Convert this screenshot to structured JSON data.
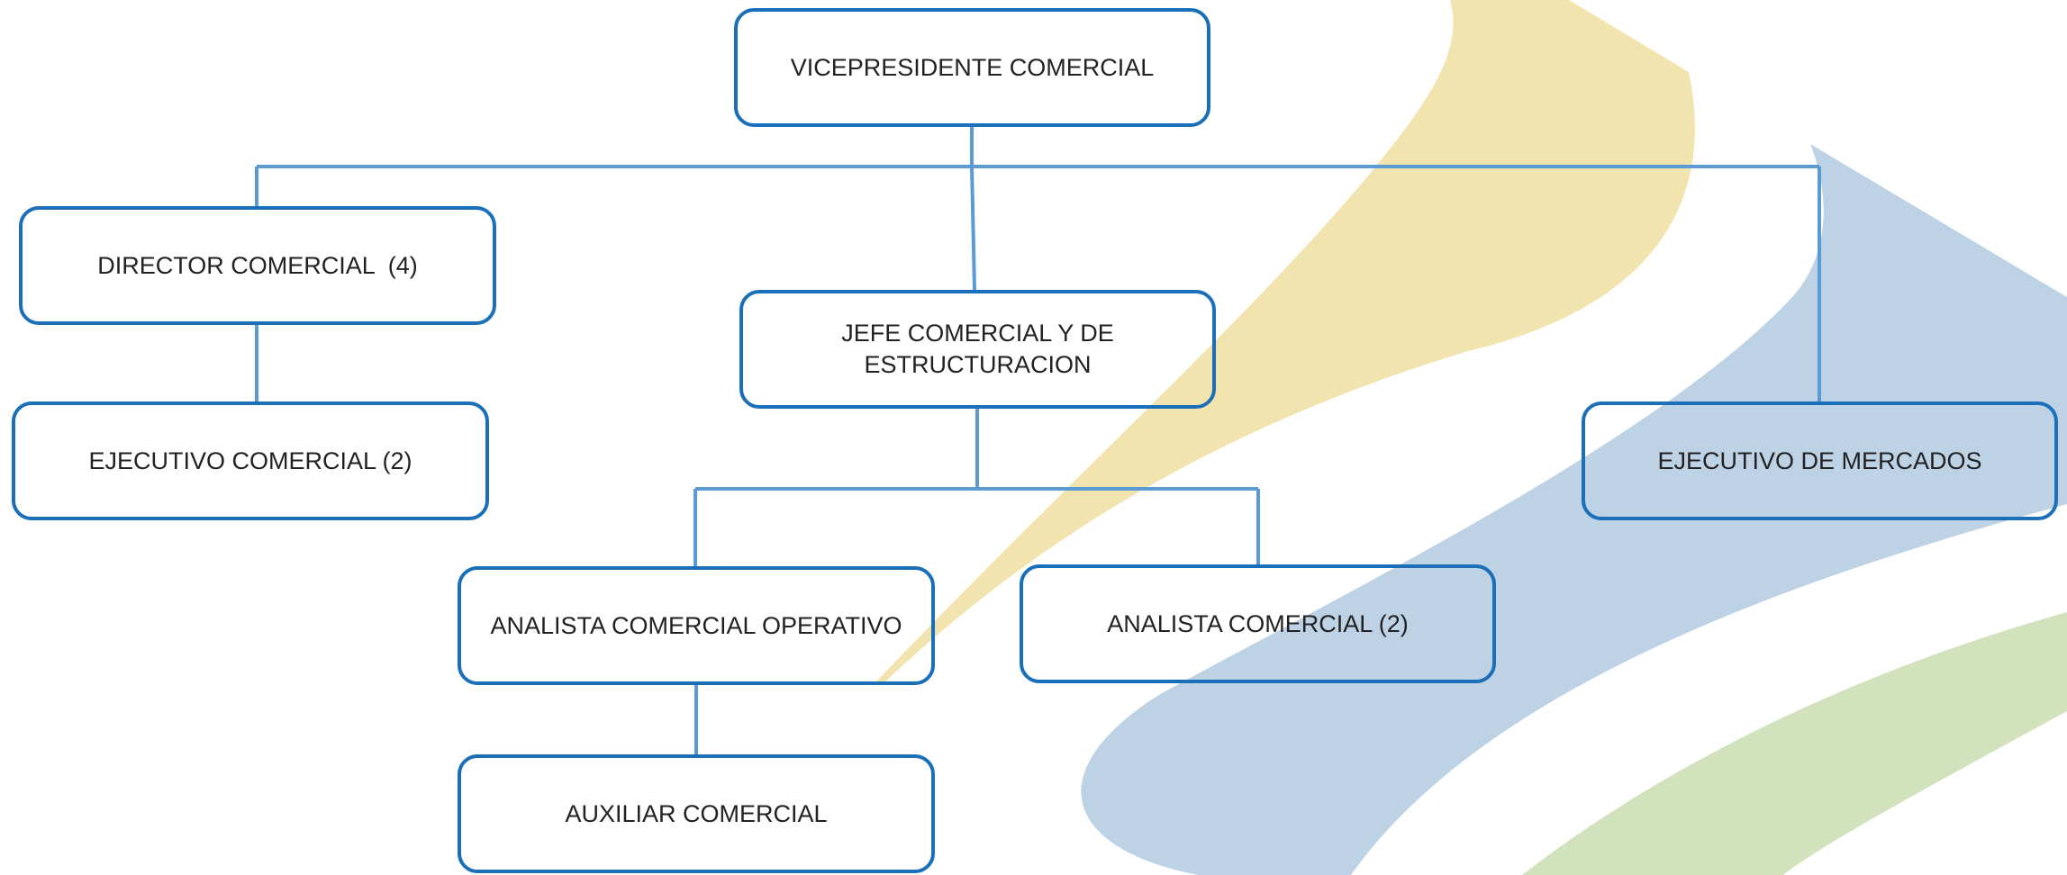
{
  "org_chart": {
    "nodes": {
      "vicepresidente": "VICEPRESIDENTE COMERCIAL",
      "director": "DIRECTOR COMERCIAL  (4)",
      "jefe_line1": "JEFE COMERCIAL Y DE",
      "jefe_line2": "ESTRUCTURACION",
      "ejecutivo_comercial": "EJECUTIVO COMERCIAL (2)",
      "ejecutivo_mercados": "EJECUTIVO DE MERCADOS",
      "analista_operativo": "ANALISTA COMERCIAL OPERATIVO",
      "analista_comercial": "ANALISTA COMERCIAL (2)",
      "auxiliar": "AUXILIAR COMERCIAL"
    },
    "relations": [
      [
        "vicepresidente",
        "director"
      ],
      [
        "vicepresidente",
        "jefe"
      ],
      [
        "vicepresidente",
        "ejecutivo_mercados"
      ],
      [
        "director",
        "ejecutivo_comercial"
      ],
      [
        "jefe",
        "analista_operativo"
      ],
      [
        "jefe",
        "analista_comercial"
      ],
      [
        "analista_operativo",
        "auxiliar"
      ]
    ]
  },
  "colors": {
    "box_border": "#1b6fb9",
    "connector": "#5b9bd5",
    "text": "#222222",
    "watermark_yellow": "#f2e4ae",
    "watermark_blue": "#bed2e6",
    "watermark_green": "#d2e2bc"
  }
}
